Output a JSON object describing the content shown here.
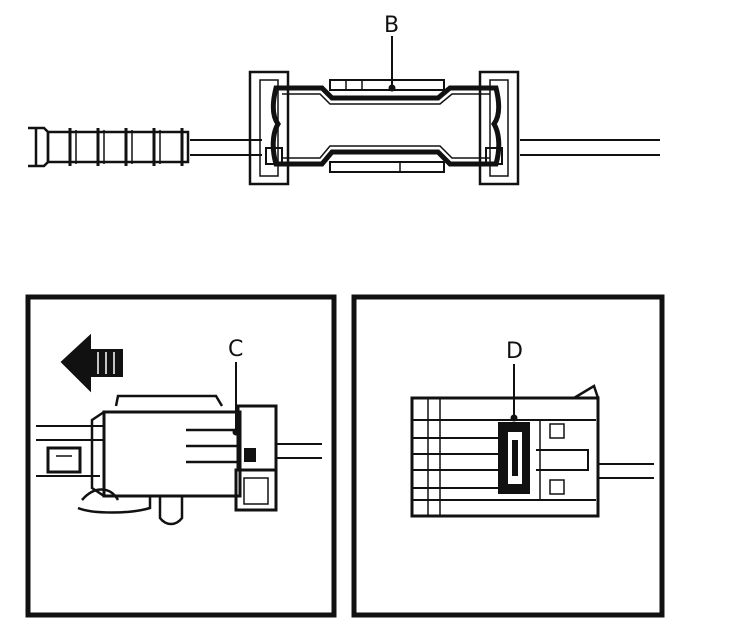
{
  "callouts": {
    "b": "B",
    "c": "C",
    "d": "D"
  },
  "colors": {
    "ink": "#111111",
    "paper": "#ffffff",
    "shade": "#d8d8d8"
  }
}
